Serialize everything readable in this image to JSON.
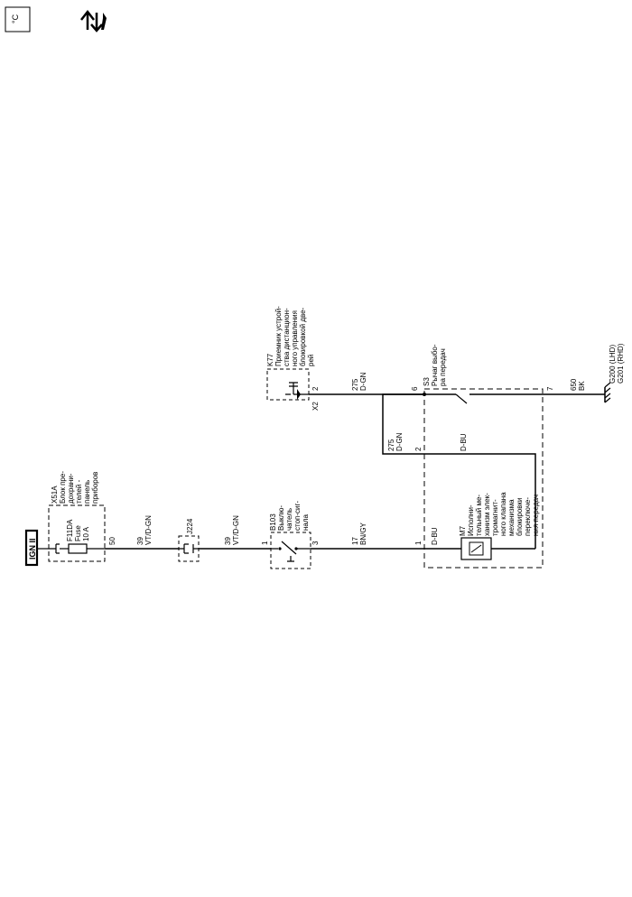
{
  "toolbar": {
    "icons": [
      {
        "name": "temperature-icon",
        "text": "°C"
      },
      {
        "name": "updown-tools-icon",
        "text": ""
      }
    ]
  },
  "diagram": {
    "power_source": "IGN II",
    "fuse_block": {
      "id": "X51A",
      "lines": [
        "Блок пре-",
        "дохрани-",
        "телей -",
        "панель",
        "приборов"
      ]
    },
    "fuse": {
      "id": "F11DA",
      "lines": [
        "Fuse",
        "10 A"
      ],
      "pin": "50"
    },
    "junction": {
      "id": "J224"
    },
    "switch_b103": {
      "id": "B103",
      "lines": [
        "Выклю-",
        "чатель",
        "стоп-сиг-",
        "нала"
      ],
      "pin_in": "1",
      "pin_out": "3"
    },
    "receiver_k77": {
      "id": "K77",
      "lines": [
        "Приемник устрой-",
        "ства дистанцион-",
        "ного управления",
        "блокировкой две-",
        "рей"
      ],
      "pin": "2",
      "connector": "X2"
    },
    "lever_s3": {
      "id": "S3",
      "lines": [
        "Рычаг выбо-",
        "ра передач"
      ],
      "pin_6": "6",
      "pin_7": "7",
      "pin_2": "2",
      "pin_1": "1"
    },
    "solenoid_m7": {
      "id": "M7",
      "lines": [
        "Исполни-",
        "тельный ме-",
        "ханизм элек-",
        "тромагнит-",
        "ного клапана",
        "механизма",
        "блокировки",
        "переключе-",
        "ния передач"
      ]
    },
    "wires": {
      "w1": {
        "circuit": "39",
        "color": "VT/D-GN"
      },
      "w2": {
        "circuit": "39",
        "color": "VT/D-GN"
      },
      "w3": {
        "circuit": "17",
        "color": "BN/GY"
      },
      "w4": {
        "circuit": "275",
        "color": "D-GN"
      },
      "w5": {
        "circuit": "275",
        "color": "D-GN"
      },
      "w6": {
        "circuit": "",
        "color": "D-BU"
      },
      "w7": {
        "circuit": "",
        "color": "D-BU"
      },
      "w8": {
        "circuit": "650",
        "color": "BK"
      }
    },
    "ground": {
      "lines": [
        "G200 (LHD)",
        "G201 (RHD)"
      ]
    }
  }
}
